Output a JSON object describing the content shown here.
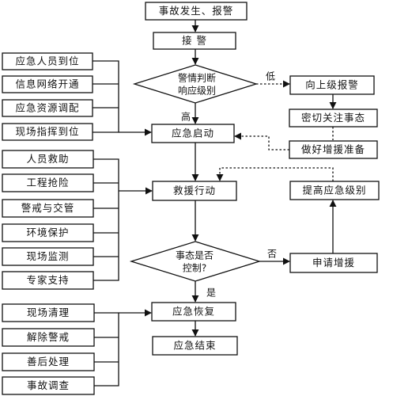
{
  "flow": {
    "main": {
      "accident": "事故发生、报警",
      "receive": "接 警",
      "judge_line1": "警情判断",
      "judge_line2": "响应级别",
      "start": "应急启动",
      "rescue": "救援行动",
      "control_line1": "事态是否",
      "control_line2": "控制?",
      "recover": "应急恢复",
      "end": "应急结束"
    },
    "right": {
      "report_up": "向上级报警",
      "watch": "密切关注事态",
      "prepare": "做好增援准备",
      "raise_level": "提高应急级别",
      "request": "申请增援"
    },
    "left_start": [
      "应急人员到位",
      "信息网络开通",
      "应急资源调配",
      "现场指挥到位"
    ],
    "left_rescue": [
      "人员救助",
      "工程抢险",
      "警戒与交管",
      "环境保护",
      "现场监测",
      "专家支持"
    ],
    "left_recover": [
      "现场清理",
      "解除警戒",
      "善后处理",
      "事故调查"
    ],
    "edge_labels": {
      "low": "低",
      "high": "高",
      "no": "否",
      "yes": "是"
    }
  }
}
